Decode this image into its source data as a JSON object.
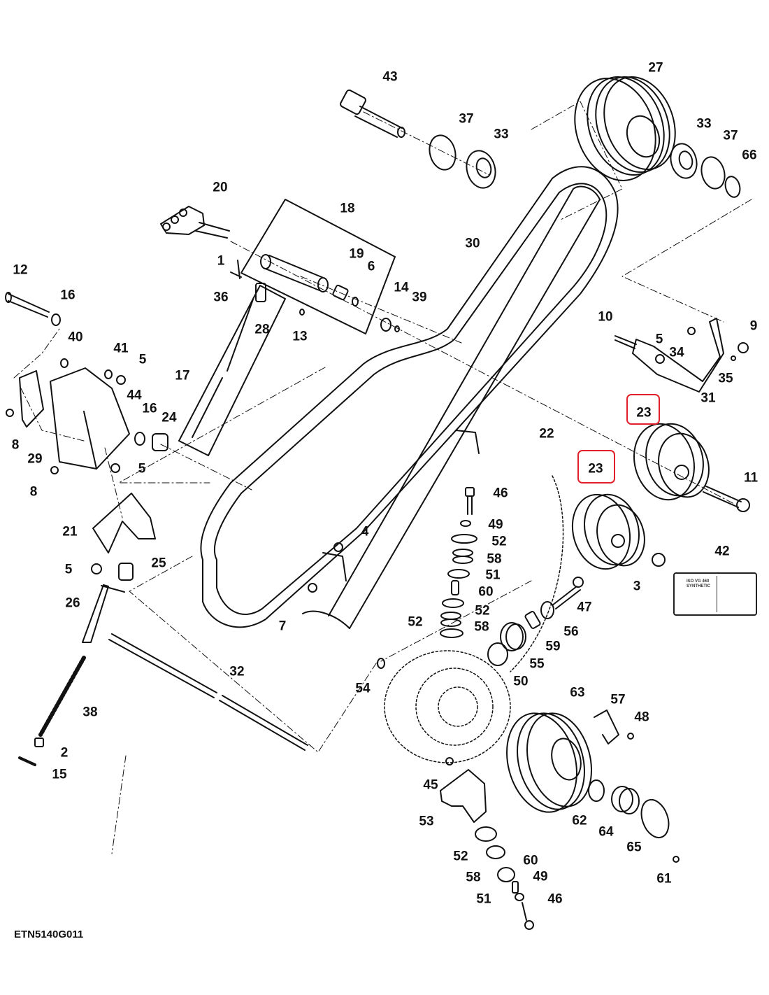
{
  "figure": {
    "id_label": "ETN5140G011",
    "highlight_color": "#e0202a",
    "highlighted_part": "23"
  },
  "callouts": [
    {
      "label": "43"
    },
    {
      "label": "27"
    },
    {
      "label": "37"
    },
    {
      "label": "33"
    },
    {
      "label": "33"
    },
    {
      "label": "37"
    },
    {
      "label": "66"
    },
    {
      "label": "20"
    },
    {
      "label": "18"
    },
    {
      "label": "30"
    },
    {
      "label": "1"
    },
    {
      "label": "19"
    },
    {
      "label": "6"
    },
    {
      "label": "36"
    },
    {
      "label": "14"
    },
    {
      "label": "39"
    },
    {
      "label": "28"
    },
    {
      "label": "13"
    },
    {
      "label": "12"
    },
    {
      "label": "16"
    },
    {
      "label": "40"
    },
    {
      "label": "41"
    },
    {
      "label": "5"
    },
    {
      "label": "44"
    },
    {
      "label": "17"
    },
    {
      "label": "16"
    },
    {
      "label": "24"
    },
    {
      "label": "8"
    },
    {
      "label": "29"
    },
    {
      "label": "5"
    },
    {
      "label": "8"
    },
    {
      "label": "21"
    },
    {
      "label": "5"
    },
    {
      "label": "25"
    },
    {
      "label": "26"
    },
    {
      "label": "38"
    },
    {
      "label": "2"
    },
    {
      "label": "15"
    },
    {
      "label": "32"
    },
    {
      "label": "10"
    },
    {
      "label": "5"
    },
    {
      "label": "34"
    },
    {
      "label": "9"
    },
    {
      "label": "35"
    },
    {
      "label": "31"
    },
    {
      "label": "22"
    },
    {
      "label": "23"
    },
    {
      "label": "23"
    },
    {
      "label": "11"
    },
    {
      "label": "42"
    },
    {
      "label": "3"
    },
    {
      "label": "46"
    },
    {
      "label": "49"
    },
    {
      "label": "52"
    },
    {
      "label": "58"
    },
    {
      "label": "51"
    },
    {
      "label": "60"
    },
    {
      "label": "52"
    },
    {
      "label": "58"
    },
    {
      "label": "52"
    },
    {
      "label": "4"
    },
    {
      "label": "7"
    },
    {
      "label": "47"
    },
    {
      "label": "56"
    },
    {
      "label": "59"
    },
    {
      "label": "55"
    },
    {
      "label": "50"
    },
    {
      "label": "54"
    },
    {
      "label": "63"
    },
    {
      "label": "57"
    },
    {
      "label": "48"
    },
    {
      "label": "45"
    },
    {
      "label": "53"
    },
    {
      "label": "62"
    },
    {
      "label": "64"
    },
    {
      "label": "65"
    },
    {
      "label": "61"
    },
    {
      "label": "52"
    },
    {
      "label": "60"
    },
    {
      "label": "58"
    },
    {
      "label": "49"
    },
    {
      "label": "51"
    },
    {
      "label": "46"
    }
  ],
  "decal": {
    "line1": "ISO VG 460",
    "line2": "SYNTHETIC"
  }
}
